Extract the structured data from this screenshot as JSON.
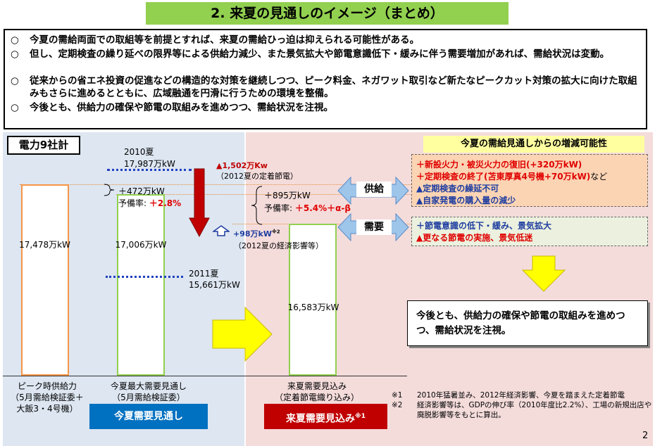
{
  "title": "2. 来夏の見通しのイメージ（まとめ）",
  "summary": {
    "mark": "○",
    "bullets": [
      "今夏の需給両面での取組等を前提とすれば、来夏の需給ひっ迫は抑えられる可能性がある。",
      "但し、定期検査の繰り延べの限界等による供給力減少、また景気拡大や節電意識低下・緩みに伴う需要増加があれば、需給状況は変動。",
      "従来からの省エネ投資の促進などの構造的な対策を継続しつつ、ピーク料金、ネガワット取引など新たなピークカット対策の拡大に向けた取組みもさらに進めるとともに、広域融通を円滑に行うための環境を整備。",
      "今後とも、供給力の確保や節電の取組みを進めつつ、需給状況を注視。"
    ]
  },
  "left": {
    "badge": "電力9社計",
    "bar1_value": "17,478万kW",
    "bar2_value": "17,006万kW",
    "summer2010_label": "2010夏",
    "summer2010_value": "17,987万kW",
    "summer2011_label": "2011夏",
    "summer2011_value": "15,661万kW",
    "margin_plus": "＋472万kW",
    "reserve_label": "予備率:",
    "reserve_value": "＋2.8%",
    "caption1": [
      "ピーク時供給力",
      "（5月需給検証委＋",
      "大飯3・4号機）"
    ],
    "caption2": [
      "今夏最大需要見通し",
      "（5月需給検証委）"
    ],
    "blue_label": "今夏需要見通し"
  },
  "middle": {
    "arrow_down_value": "▲1,502万Kw",
    "arrow_down_note": "（2012夏の定着節電）",
    "arrow_up_value": "+98万kW",
    "arrow_up_sup": "※2",
    "arrow_up_note": "（2012夏の経済影響等）",
    "margin_plus": "＋895万kW",
    "reserve_label": "予備率:",
    "reserve_value": "＋5.4%＋α-β",
    "bar3_value": "16,583万kW",
    "caption3": [
      "来夏需要見込み",
      "（定着節電織り込み）"
    ],
    "red_label": "来夏需要見込み",
    "red_label_sup": "※1"
  },
  "right": {
    "headline": "今夏の需給見通しからの増減可能性",
    "supply_label": "供給",
    "demand_label": "需要",
    "supply_items": [
      {
        "text": "＋新設火力・被災火力の復旧(+320万kW)",
        "suffix": "",
        "color": "#e00000"
      },
      {
        "text": "＋定期検査の終了(苫東厚真4号機+70万kW)",
        "suffix": "など",
        "color": "#e00000"
      },
      {
        "text": "▲定期検査の繰延不可",
        "suffix": "",
        "color": "#1f3da0"
      },
      {
        "text": "▲自家発電の購入量の減少",
        "suffix": "",
        "color": "#1f3da0"
      }
    ],
    "demand_items": [
      {
        "text": "＋節電意識の低下・緩み、景気拡大",
        "color": "#1f3da0"
      },
      {
        "text": "▲更なる節電の実施、景気低迷",
        "color": "#e00000"
      }
    ],
    "conclusion": "今後とも、供給力の確保や節電の取組みを進めつつ、需給状況を注視。"
  },
  "footnotes": [
    {
      "mark": "※1",
      "text": "2010年猛暑並み、2012年経済影響、今夏を踏まえた定着節電"
    },
    {
      "mark": "※2",
      "text": "経済影響等は、GDPの伸び率（2010年度比2.2%）、工場の新規出店や廃脱影響等をもとに算出。"
    }
  ],
  "page_number": "2",
  "colors": {
    "title_green": "#92d050",
    "left_panel": "#dde6f1",
    "right_panel": "#f4dcdb",
    "bar_border": "#f79646",
    "bar_green": "#92d050",
    "arrow_yellow": "#ffff00",
    "arrow_red": "#c00000",
    "label_blue": "#0070c0",
    "label_red": "#c00000"
  }
}
